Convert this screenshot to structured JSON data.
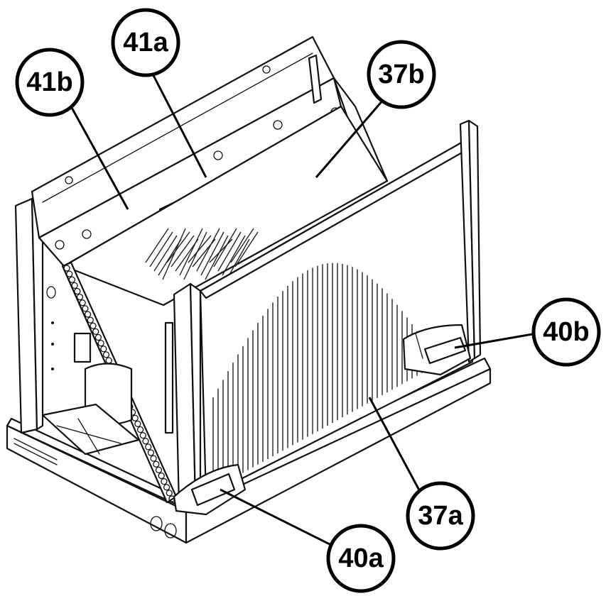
{
  "callouts": [
    {
      "id": "41a",
      "label": "41a"
    },
    {
      "id": "41b",
      "label": "41b"
    },
    {
      "id": "37b",
      "label": "37b"
    },
    {
      "id": "40b",
      "label": "40b"
    },
    {
      "id": "37a",
      "label": "37a"
    },
    {
      "id": "40a",
      "label": "40a"
    }
  ]
}
